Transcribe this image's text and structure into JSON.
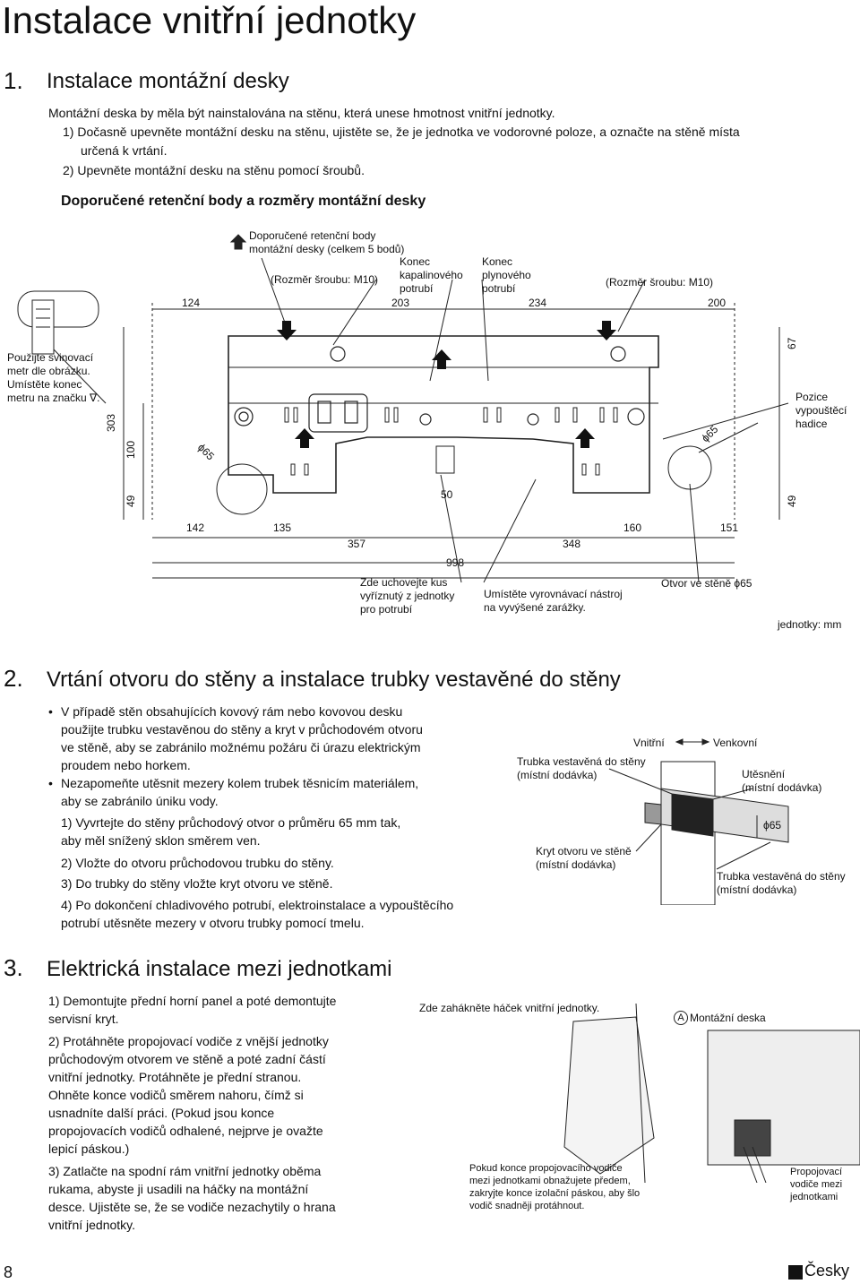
{
  "page_title": "Instalace vnitřní jednotky",
  "sec1": {
    "num": "1.",
    "title": "Instalace montážní desky",
    "intro": "Montážní deska by měla být nainstalována na stěnu, která unese hmotnost vnitřní jednotky.",
    "step1": "1) Dočasně upevněte montážní desku na stěnu, ujistěte se, že je jednotka ve vodorovné poloze, a označte na stěně místa",
    "step1b": "určená k vrtání.",
    "step2": "2) Upevněte montážní desku na stěnu pomocí šroubů.",
    "subtitle": "Doporučené retenční body a rozměry montážní desky"
  },
  "diagram1": {
    "rec_points": "Doporučené retenční body\nmontážní desky (celkem 5 bodů)",
    "screw_left": "(Rozměr šroubu: M10)",
    "screw_right": "(Rozměr šroubu: M10)",
    "liquid_end": "Konec\nkapalinového\npotrubí",
    "gas_end": "Konec\nplynového\npotrubí",
    "tape_note": "Použijte svinovací\nmetr dle obrázku.\nUmístěte konec\nmetru na značku ∇.",
    "drain_pos": "Pozice\nvypouštěcí\nhadice",
    "keep_piece": "Zde uchovejte kus\nvyříznutý z jednotky\npro potrubí",
    "level_tool": "Umístěte vyrovnávací nástroj\nna vyvýšené zarážky.",
    "hole": "Otvor ve stěně ϕ65",
    "units": "jednotky: mm",
    "d124": "124",
    "d203": "203",
    "d234": "234",
    "d200": "200",
    "d67": "67",
    "d303": "303",
    "d100": "100",
    "d49a": "49",
    "d49b": "49",
    "phi65a": "ϕ65",
    "phi65b": "ϕ65",
    "d50": "50",
    "d142": "142",
    "d135": "135",
    "d357": "357",
    "d348": "348",
    "d160": "160",
    "d151": "151",
    "d998": "998"
  },
  "sec2": {
    "num": "2.",
    "title": "Vrtání otvoru do stěny a instalace trubky vestavěné do stěny",
    "b1": "V případě stěn obsahujících kovový rám nebo kovovou desku\npoužijte trubku vestavěnou do stěny a kryt v průchodovém otvoru\nve stěně, aby se zabránilo možnému požáru či úrazu elektrickým\nproudem nebo horkem.",
    "b2": "Nezapomeňte utěsnit mezery kolem trubek těsnicím materiálem,\naby se zabránilo úniku vody.",
    "s1": "1) Vyvrtejte do stěny průchodový otvor o průměru 65 mm tak,\n     aby měl snížený sklon směrem ven.",
    "s2": "2) Vložte do otvoru průchodovou trubku do stěny.",
    "s3": "3) Do trubky do stěny vložte kryt otvoru ve stěně.",
    "s4": "4) Po dokončení chladivového potrubí, elektroinstalace a vypouštěcího\n     potrubí utěsněte mezery v otvoru trubky pomocí tmelu.",
    "inside": "Vnitřní",
    "outside": "Venkovní",
    "pipe_a": "Trubka vestavěná do stěny\n(místní dodávka)",
    "seal": "Utěsnění\n(místní dodávka)",
    "phi": "ϕ65",
    "cover": "Kryt otvoru ve stěně\n(místní dodávka)",
    "pipe_b": "Trubka vestavěná do stěny\n(místní dodávka)"
  },
  "sec3": {
    "num": "3.",
    "title": "Elektrická instalace mezi jednotkami",
    "s1": "1) Demontujte přední horní panel a poté demontujte\n     servisní kryt.",
    "s2": "2) Protáhněte propojovací vodiče z vnější jednotky\n     průchodovým otvorem ve stěně a poté zadní částí\n     vnitřní jednotky. Protáhněte je přední stranou.\n     Ohněte konce vodičů směrem nahoru, čímž si\n     usnadníte další práci. (Pokud jsou konce\n     propojovacích vodičů odhalené, nejprve je ovažte\n     lepicí páskou.)",
    "s3": "3) Zatlačte na spodní rám vnitřní jednotky oběma\n     rukama, abyste ji usadili na háčky na montážní\n     desce. Ujistěte se, že se vodiče nezachytily o hrana\n     vnitřní jednotky.",
    "hook": "Zde zahákněte háček vnitřní jednotky.",
    "mark_a": "A",
    "plate": "Montážní deska",
    "wires_note": "Pokud konce propojovacího vodiče\nmezi jednotkami obnažujete předem,\nzakryjte konce izolační páskou, aby šlo\nvodič snadněji protáhnout.",
    "conn_wires": "Propojovací\nvodiče mezi\njednotkami"
  },
  "footer": {
    "page": "8",
    "lang": "Česky"
  }
}
